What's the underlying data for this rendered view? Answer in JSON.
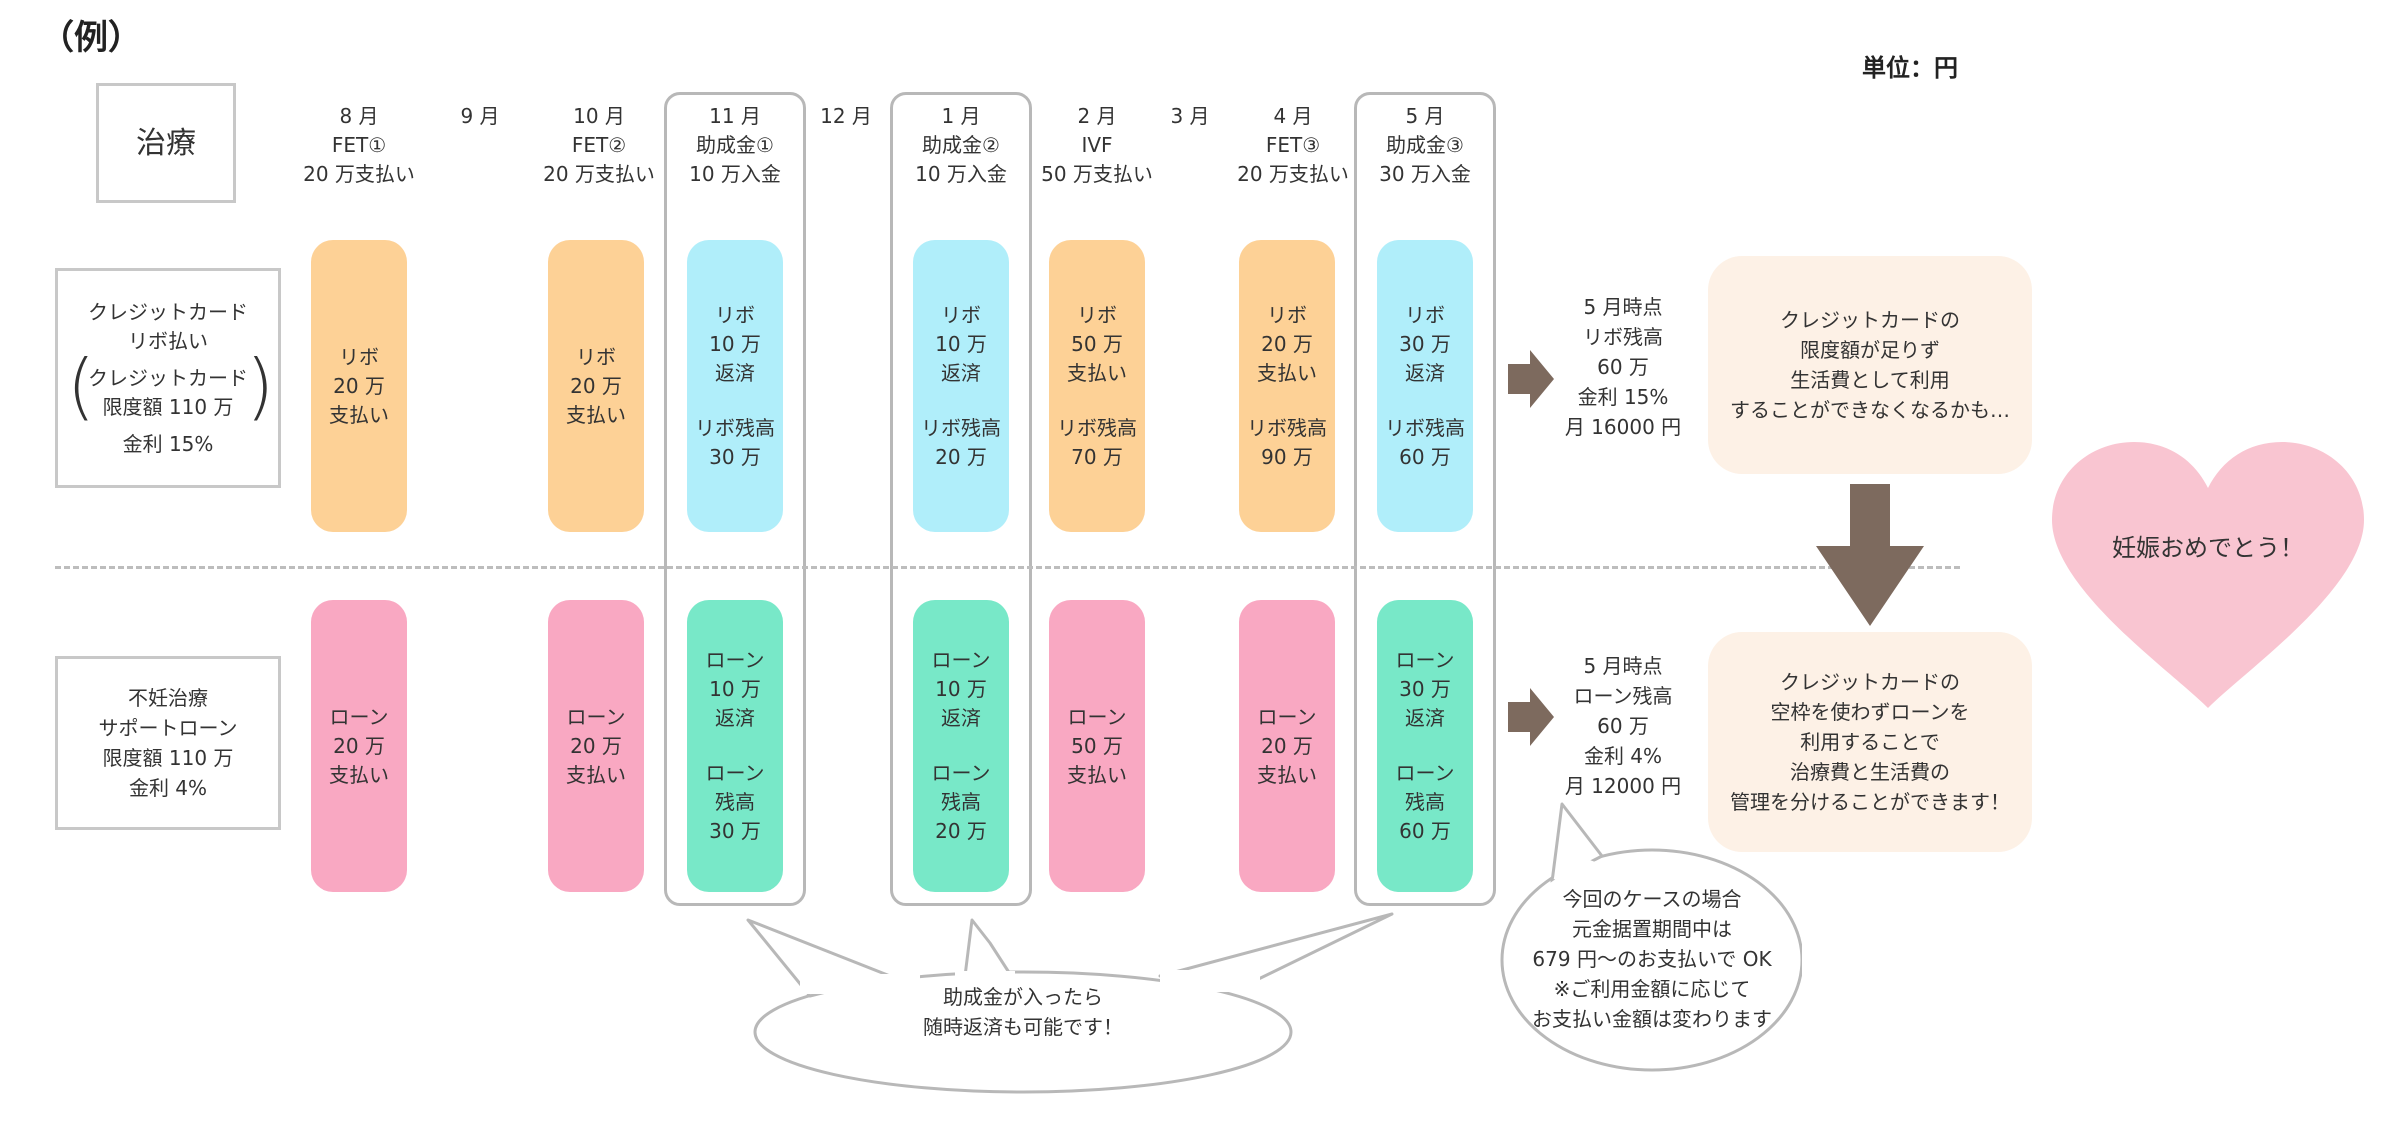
{
  "title": "（例）",
  "unit": "単位：円",
  "treatment_header": "治療",
  "months": [
    {
      "lines": [
        "8 月",
        "FET①",
        "20 万支払い"
      ]
    },
    {
      "lines": [
        "9 月"
      ]
    },
    {
      "lines": [
        "10 月",
        "FET②",
        "20 万支払い"
      ]
    },
    {
      "lines": [
        "11 月",
        "助成金①",
        "10 万入金"
      ]
    },
    {
      "lines": [
        "12 月"
      ]
    },
    {
      "lines": [
        "1 月",
        "助成金②",
        "10 万入金"
      ]
    },
    {
      "lines": [
        "2 月",
        "IVF",
        "50 万支払い"
      ]
    },
    {
      "lines": [
        "3 月"
      ]
    },
    {
      "lines": [
        "4 月",
        "FET③",
        "20 万支払い"
      ]
    },
    {
      "lines": [
        "5 月",
        "助成金③",
        "30 万入金"
      ]
    }
  ],
  "credit_header": {
    "line1": "クレジットカード",
    "line2": "リボ払い",
    "inner1": "クレジットカード",
    "inner2": "限度額 110 万",
    "rate": "金利 15%"
  },
  "loan_header": [
    "不妊治療",
    "サポートローン",
    "限度額 110 万",
    "金利 4%"
  ],
  "credit_pills": [
    {
      "color": "orange",
      "top": [
        "リボ",
        "20 万",
        "支払い"
      ],
      "bottom": []
    },
    {
      "color": "orange",
      "top": [
        "リボ",
        "20 万",
        "支払い"
      ],
      "bottom": []
    },
    {
      "color": "blue",
      "top": [
        "リボ",
        "10 万",
        "返済"
      ],
      "bottom": [
        "リボ残高",
        "30 万"
      ]
    },
    {
      "color": "blue",
      "top": [
        "リボ",
        "10 万",
        "返済"
      ],
      "bottom": [
        "リボ残高",
        "20 万"
      ]
    },
    {
      "color": "orange",
      "top": [
        "リボ",
        "50 万",
        "支払い"
      ],
      "bottom": [
        "リボ残高",
        "70 万"
      ]
    },
    {
      "color": "orange",
      "top": [
        "リボ",
        "20 万",
        "支払い"
      ],
      "bottom": [
        "リボ残高",
        "90 万"
      ]
    },
    {
      "color": "blue",
      "top": [
        "リボ",
        "30 万",
        "返済"
      ],
      "bottom": [
        "リボ残高",
        "60 万"
      ]
    }
  ],
  "loan_pills": [
    {
      "color": "pink",
      "top": [
        "ローン",
        "20 万",
        "支払い"
      ],
      "bottom": []
    },
    {
      "color": "pink",
      "top": [
        "ローン",
        "20 万",
        "支払い"
      ],
      "bottom": []
    },
    {
      "color": "green",
      "top": [
        "ローン",
        "10 万",
        "返済"
      ],
      "bottom": [
        "ローン",
        "残高",
        "30 万"
      ]
    },
    {
      "color": "green",
      "top": [
        "ローン",
        "10 万",
        "返済"
      ],
      "bottom": [
        "ローン",
        "残高",
        "20 万"
      ]
    },
    {
      "color": "pink",
      "top": [
        "ローン",
        "50 万",
        "支払い"
      ],
      "bottom": []
    },
    {
      "color": "pink",
      "top": [
        "ローン",
        "20 万",
        "支払い"
      ],
      "bottom": []
    },
    {
      "color": "green",
      "top": [
        "ローン",
        "30 万",
        "返済"
      ],
      "bottom": [
        "ローン",
        "残高",
        "60 万"
      ]
    }
  ],
  "credit_summary": [
    "5 月時点",
    "リボ残高",
    "60 万",
    "金利 15%",
    "月 16000 円"
  ],
  "loan_summary": [
    "5 月時点",
    "ローン残高",
    "60 万",
    "金利 4%",
    "月 12000 円"
  ],
  "credit_note": [
    "クレジットカードの",
    "限度額が足りず",
    "生活費として利用",
    "することができなくなるかも…"
  ],
  "loan_note": [
    "クレジットカードの",
    "空枠を使わずローンを",
    "利用することで",
    "治療費と生活費の",
    "管理を分けることができます！"
  ],
  "heart_text": "妊娠おめでとう！",
  "bubble_grant": [
    "助成金が入ったら",
    "随時返済も可能です！"
  ],
  "bubble_case": [
    "今回のケースの場合",
    "元金据置期間中は",
    "679 円～のお支払いで OK",
    "※ご利用金額に応じて",
    "お支払い金額は変わります"
  ],
  "colors": {
    "orange": "#fdd196",
    "blue": "#b0eefa",
    "pink": "#f9a8c2",
    "green": "#78e8c8",
    "note_bg": "#fdf1e6",
    "heart": "#f9c5d1",
    "arrow": "#7d6a5e"
  }
}
